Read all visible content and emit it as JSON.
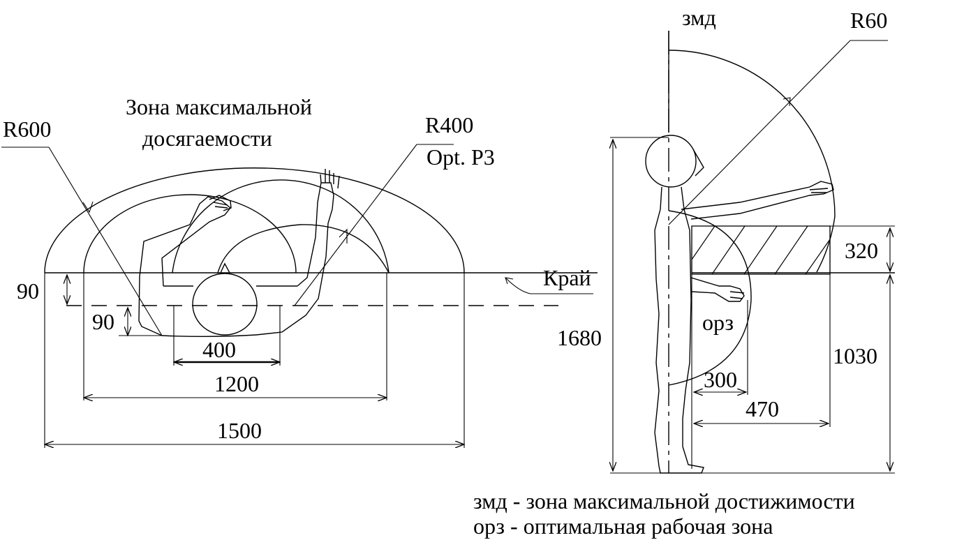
{
  "plan_view": {
    "title_line1": "Зона максимальной",
    "title_line2": "досягаемости",
    "r600_label": "R600",
    "r400_label": "R400",
    "opt_label": "Opt. P3",
    "edge_label": "Край",
    "dim_90_left": "90",
    "dim_90_inner": "90",
    "dim_400": "400",
    "dim_1200": "1200",
    "dim_1500": "1500"
  },
  "side_view": {
    "zmd_label": "змд",
    "r60_label": "R60",
    "dim_1680": "1680",
    "dim_320": "320",
    "orz_label": "орз",
    "dim_1030": "1030",
    "dim_300": "300",
    "dim_470": "470"
  },
  "legend": {
    "line1": "змд - зона максимальной достижимости",
    "line2": "орз - оптимальная рабочая зона"
  }
}
